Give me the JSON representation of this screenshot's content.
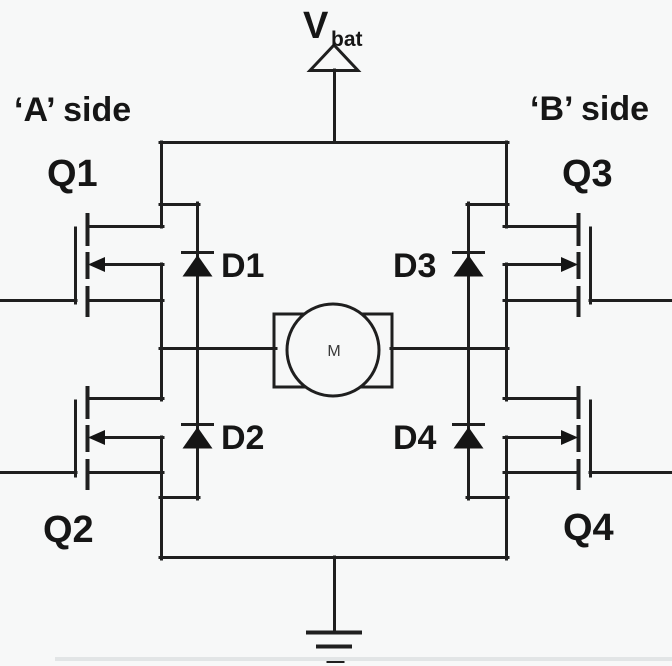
{
  "schematic": {
    "type": "h-bridge-motor-driver-circuit",
    "supply": {
      "v": "V",
      "sub": "bat"
    },
    "sides": {
      "a": "‘A’ side",
      "b": "‘B’ side"
    },
    "transistors": {
      "q1": "Q1",
      "q2": "Q2",
      "q3": "Q3",
      "q4": "Q4"
    },
    "diodes": {
      "d1": "D1",
      "d2": "D2",
      "d3": "D3",
      "d4": "D4"
    },
    "motor": "M",
    "colors": {
      "line": "#1f1f1f",
      "background": "#f7f8f8",
      "text": "#161616",
      "bottom_strip": "#e2e5e6"
    }
  }
}
